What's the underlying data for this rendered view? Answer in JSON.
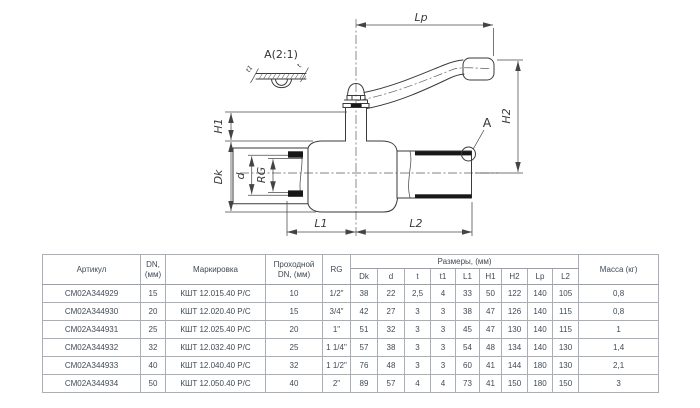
{
  "drawing": {
    "labels": {
      "lp": "Lp",
      "h2": "H2",
      "h1": "H1",
      "dk": "Dk",
      "d": "d",
      "rg": "RG",
      "l1": "L1",
      "l2": "L2",
      "a_view": "A",
      "detail_title": "A(2:1)",
      "t": "t",
      "t1": "t1"
    },
    "colors": {
      "line": "#3a3a3a",
      "dimension": "#4a4a4a",
      "label": "#3c3c3c"
    }
  },
  "table": {
    "header": {
      "artikul": "Артикул",
      "dn": "DN, (мм)",
      "markirovka": "Маркировка",
      "prohodnoy_dn": "Проходной DN, (мм)",
      "rg": "RG",
      "razmery": "Размеры, (мм)",
      "massa": "Масса (кг)",
      "sizes": [
        "Dk",
        "d",
        "t",
        "t1",
        "L1",
        "H1",
        "H2",
        "Lp",
        "L2"
      ]
    },
    "rows": [
      [
        "CM02A344929",
        "15",
        "КШТ 12.015.40 Р/С",
        "10",
        "1/2\"",
        "38",
        "22",
        "2,5",
        "4",
        "33",
        "50",
        "122",
        "140",
        "105",
        "0,8"
      ],
      [
        "CM02A344930",
        "20",
        "КШТ 12.020.40 Р/С",
        "15",
        "3/4\"",
        "42",
        "27",
        "3",
        "3",
        "38",
        "47",
        "126",
        "140",
        "115",
        "0,8"
      ],
      [
        "CM02A344931",
        "25",
        "КШТ 12.025.40 Р/С",
        "20",
        "1\"",
        "51",
        "32",
        "3",
        "3",
        "45",
        "47",
        "130",
        "140",
        "115",
        "1"
      ],
      [
        "CM02A344932",
        "32",
        "КШТ 12.032.40 Р/С",
        "25",
        "1 1/4\"",
        "57",
        "38",
        "3",
        "3",
        "54",
        "48",
        "134",
        "140",
        "130",
        "1,4"
      ],
      [
        "CM02A344933",
        "40",
        "КШТ 12.040.40 Р/С",
        "32",
        "1 1/2\"",
        "76",
        "48",
        "3",
        "3",
        "60",
        "41",
        "144",
        "180",
        "130",
        "2,1"
      ],
      [
        "CM02A344934",
        "50",
        "КШТ 12.050.40 Р/С",
        "40",
        "2\"",
        "89",
        "57",
        "4",
        "4",
        "73",
        "41",
        "150",
        "180",
        "150",
        "3"
      ]
    ]
  }
}
